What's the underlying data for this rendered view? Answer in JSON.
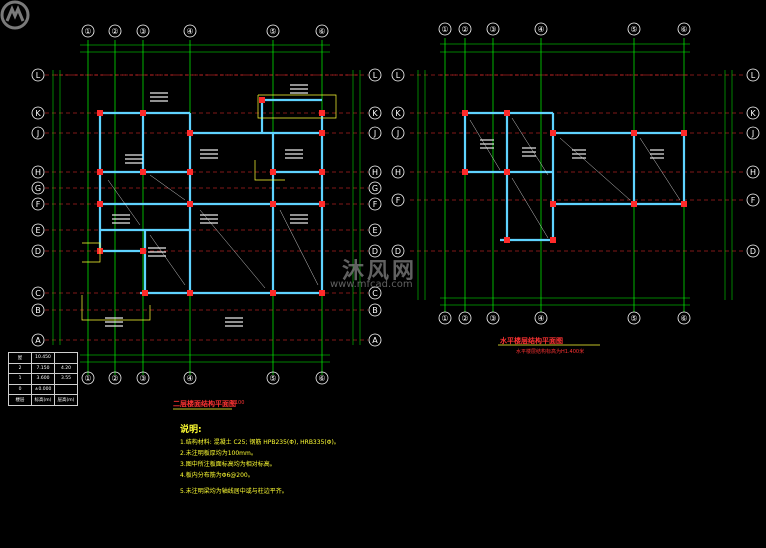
{
  "plan1": {
    "axis_numbers": [
      "①",
      "②",
      "③",
      "④",
      "⑤",
      "⑥"
    ],
    "axis_letters": [
      "L",
      "K",
      "J",
      "H",
      "G",
      "F",
      "E",
      "D",
      "C",
      "B",
      "A"
    ],
    "title": "二层楼面结构平面图",
    "scale": "1:100"
  },
  "plan2": {
    "axis_numbers": [
      "①",
      "②",
      "③",
      "④",
      "⑤",
      "⑥"
    ],
    "axis_letters": [
      "L",
      "K",
      "J",
      "H",
      "F",
      "D"
    ],
    "title": "水平楼层结构平面图",
    "subtitle": "水平楼层结构标高为H1.400米"
  },
  "legend_table": {
    "rows": [
      [
        "屋",
        "10.450",
        ""
      ],
      [
        "2",
        "7.150",
        "4.20"
      ],
      [
        "1",
        "3.600",
        "3.55"
      ],
      [
        "0",
        "±0.000",
        ""
      ],
      [
        "楼层",
        "标高(m)",
        "层高(m)"
      ]
    ]
  },
  "notes": {
    "title": "说明:",
    "items": [
      "1.结构材料: 混凝土 C25; 钢筋 HPB235(Φ), HRB335(Φ)。",
      "2.未注明板厚均为100mm。",
      "3.图中所注板面标高均为相对标高。",
      "4.板内分布筋为Φ6@200。",
      "5.未注明梁均为轴线居中或与柱边平齐。"
    ]
  },
  "watermark": {
    "brand": "沐风网",
    "url": "www.mfcad.com"
  },
  "colors": {
    "axis_green": "#00ff00",
    "beam_cyan": "#5fd3ff",
    "axis_red": "#ff3333",
    "text_yellow": "#ffff33"
  }
}
